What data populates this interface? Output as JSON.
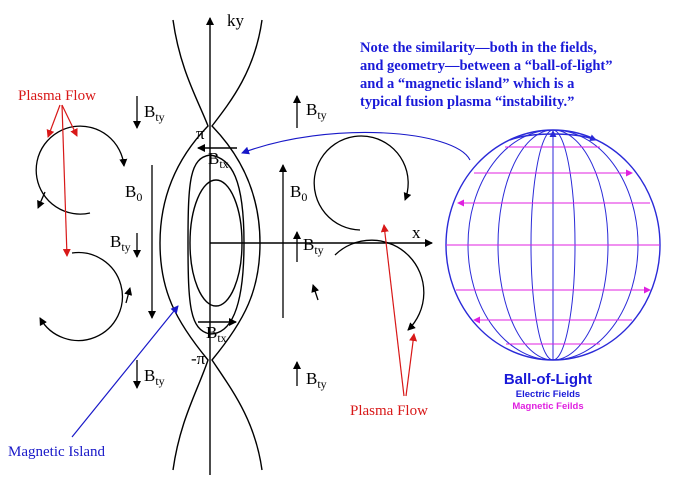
{
  "labels": {
    "ky": "ky",
    "x": "x",
    "pi": "π",
    "neg_pi": "-π",
    "B": "B",
    "sub_ty": "ty",
    "sub_tx": "tx",
    "sub_0": "0"
  },
  "annotations": {
    "plasma_flow_left": "Plasma Flow",
    "plasma_flow_right": "Plasma Flow",
    "magnetic_island": "Magnetic Island"
  },
  "note": {
    "line1": "Note the similarity—both in the fields,",
    "line2": "and geometry—between a “ball-of-light”",
    "line3": "and a “magnetic island” which is a",
    "line4": "typical fusion plasma “instability.”"
  },
  "ball_of_light": {
    "title": "Ball-of-Light",
    "electric": "Electric Fields",
    "magnetic": "Magnetic Feilds"
  },
  "colors": {
    "ink": "#000000",
    "red": "#d81818",
    "blue": "#1818c8",
    "note_blue": "#1a1ad8",
    "magenta": "#e020e0",
    "sphere_lines": "#2a2ad8"
  }
}
